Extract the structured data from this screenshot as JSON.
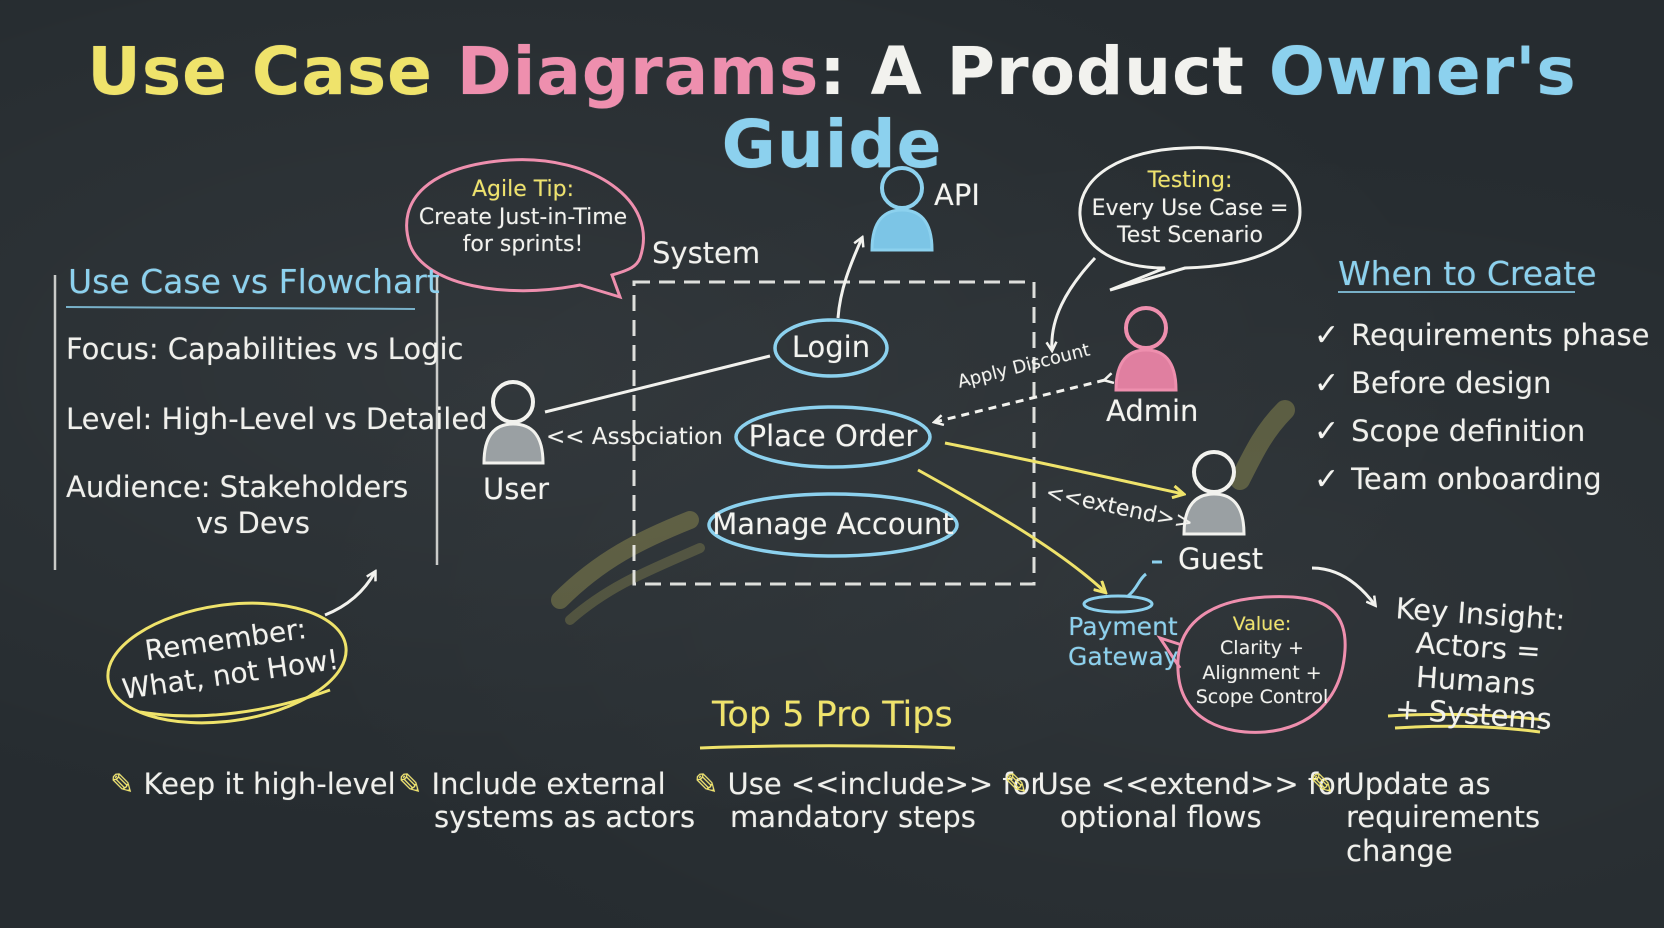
{
  "title": {
    "part1": "Use Case",
    "part2": "Diagrams",
    "part3": ": A Product",
    "part4": "Owner's Guide"
  },
  "left_panel": {
    "heading": "Use Case vs Flowchart",
    "rows": [
      "Focus: Capabilities vs Logic",
      "Level: High-Level vs Detailed",
      "Audience: Stakeholders",
      "vs Devs"
    ]
  },
  "remember_note": {
    "line1": "Remember:",
    "line2": "What, not How!"
  },
  "agile_bubble": {
    "heading": "Agile Tip:",
    "line1": "Create Just-in-Time",
    "line2": "for sprints!"
  },
  "testing_bubble": {
    "heading": "Testing:",
    "line1": "Every Use Case =",
    "line2": "Test Scenario"
  },
  "value_bubble": {
    "heading": "Value:",
    "line1": "Clarity +",
    "line2": "Alignment +",
    "line3": "Scope Control"
  },
  "diagram": {
    "system_label": "System",
    "use_cases": [
      "Login",
      "Place Order",
      "Manage Account"
    ],
    "actors": {
      "api": "API",
      "user": "User",
      "admin": "Admin",
      "guest": "Guest",
      "payment_line1": "Payment",
      "payment_line2": "Gateway"
    },
    "association_label": "<< Association",
    "apply_discount_label": "Apply Discount",
    "extend_label": "<<extend>>"
  },
  "when_to_create": {
    "heading": "When to Create",
    "items": [
      "Requirements phase",
      "Before design",
      "Scope definition",
      "Team onboarding"
    ],
    "check_symbol": "✓"
  },
  "key_insight": {
    "line1": "Key Insight:",
    "line2": "Actors = Humans",
    "line3": "+ Systems"
  },
  "pro_tips": {
    "heading": "Top 5 Pro Tips",
    "icon": "pencil-icon",
    "tips": [
      {
        "line1": "Keep it high-level",
        "line2": "",
        "line3": ""
      },
      {
        "line1": "Include external",
        "line2": "systems as actors",
        "line3": ""
      },
      {
        "line1": "Use <<include>> for",
        "line2": "mandatory steps",
        "line3": ""
      },
      {
        "line1": "Use <<extend>> for",
        "line2": "optional flows",
        "line3": ""
      },
      {
        "line1": "Update as",
        "line2": "requirements",
        "line3": "change"
      }
    ]
  },
  "colors": {
    "board": "#262c30",
    "chalk_white": "#f2f2ee",
    "chalk_yellow": "#efe36b",
    "chalk_pink": "#ee8fae",
    "chalk_blue": "#8cd1ee"
  }
}
